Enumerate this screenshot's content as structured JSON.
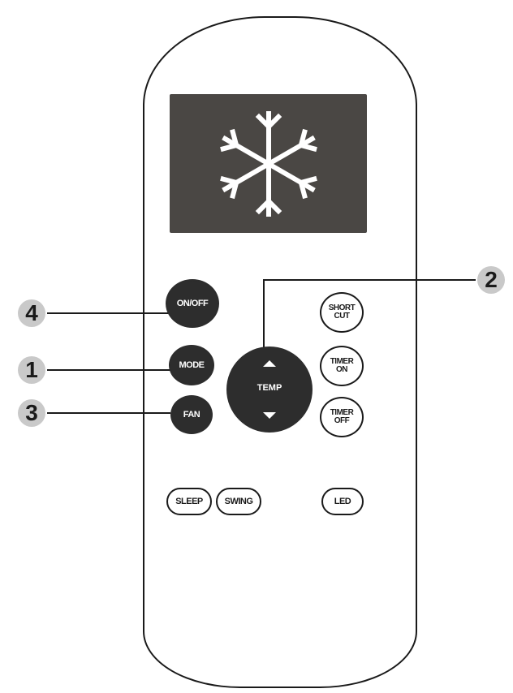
{
  "icons": {
    "display": "snowflake-icon",
    "temp_up": "chevron-up-icon",
    "temp_down": "chevron-down-icon"
  },
  "colors": {
    "body_outline": "#1a1a1a",
    "lcd": "#4a4744",
    "dark_button": "#2d2d2d",
    "callout_badge": "#c9c9c9"
  },
  "buttons": {
    "on_off": "ON/OFF",
    "mode": "MODE",
    "fan": "FAN",
    "temp": "TEMP",
    "short_cut": "SHORT\nCUT",
    "timer_on": "TIMER\nON",
    "timer_off": "TIMER\nOFF",
    "sleep": "SLEEP",
    "swing": "SWING",
    "led": "LED"
  },
  "callouts": {
    "on_off": "4",
    "mode": "1",
    "fan": "3",
    "temp": "2"
  }
}
